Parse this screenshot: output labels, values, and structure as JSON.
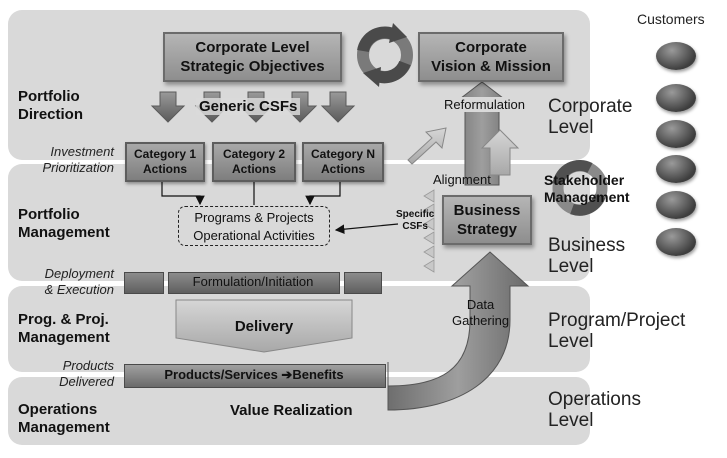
{
  "customers": "Customers",
  "levels": {
    "corporate": [
      "Corporate",
      "Level"
    ],
    "business": [
      "Business",
      "Level"
    ],
    "program": [
      "Program/Project",
      "Level"
    ],
    "operations": [
      "Operations",
      "Level"
    ]
  },
  "left_labels": {
    "portfolio_direction": [
      "Portfolio",
      "Direction"
    ],
    "portfolio_management": [
      "Portfolio",
      "Management"
    ],
    "prog_proj_management": [
      "Prog. & Proj.",
      "Management"
    ],
    "operations_management": [
      "Operations",
      "Management"
    ]
  },
  "italic_labels": {
    "investment": [
      "Investment",
      "Prioritization"
    ],
    "deployment": [
      "Deployment",
      "& Execution"
    ],
    "products": [
      "Products",
      "Delivered"
    ]
  },
  "boxes": {
    "corporate_objectives": [
      "Corporate Level",
      "Strategic Objectives"
    ],
    "corporate_vision": [
      "Corporate",
      "Vision & Mission"
    ],
    "business_strategy": [
      "Business",
      "Strategy"
    ]
  },
  "generic_csfs": "Generic CSFs",
  "categories": [
    [
      "Category 1",
      "Actions"
    ],
    [
      "Category 2",
      "Actions"
    ],
    [
      "Category N",
      "Actions"
    ]
  ],
  "programs_box": [
    "Programs & Projects",
    "Operational Activities"
  ],
  "specific_csfs": [
    "Specific",
    "CSFs"
  ],
  "reformulation": "Reformulation",
  "alignment": "Alignment",
  "stakeholder": [
    "Stakeholder",
    "Management"
  ],
  "formulation": "Formulation/Initiation",
  "delivery": "Delivery",
  "products_services": "Products/Services ➔Benefits",
  "data_gathering": [
    "Data",
    "Gathering"
  ],
  "value_realization": "Value Realization"
}
